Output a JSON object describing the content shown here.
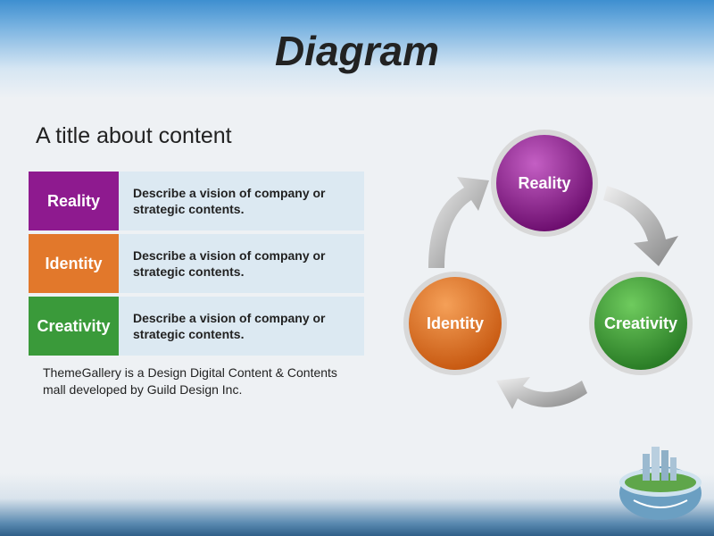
{
  "title": "Diagram",
  "subtitle": "A title about content",
  "rows": [
    {
      "label": "Reality",
      "text": "Describe a vision of company or strategic contents.",
      "color": "#8e1a8f"
    },
    {
      "label": "Identity",
      "text": "Describe a vision of company or strategic contents.",
      "color": "#e2782b"
    },
    {
      "label": "Creativity",
      "text": "Describe a vision of company or strategic contents.",
      "color": "#3a9a3a"
    }
  ],
  "footnote": "ThemeGallery  is a Design Digital Content & Contents mall developed by Guild Design Inc.",
  "cycle": {
    "nodes": [
      {
        "label": "Reality",
        "color": "#8e1a8f"
      },
      {
        "label": "Identity",
        "color": "#e2782b"
      },
      {
        "label": "Creativity",
        "color": "#3a9a3a"
      }
    ]
  },
  "icons": {
    "logo": "city-globe-icon"
  }
}
